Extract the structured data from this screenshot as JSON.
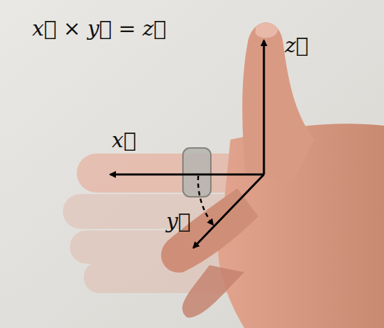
{
  "diagram": {
    "labels": [
      "x⃗ × y⃗ = z⃗",
      "z⃗",
      "x⃗",
      "y⃗"
    ]
  }
}
